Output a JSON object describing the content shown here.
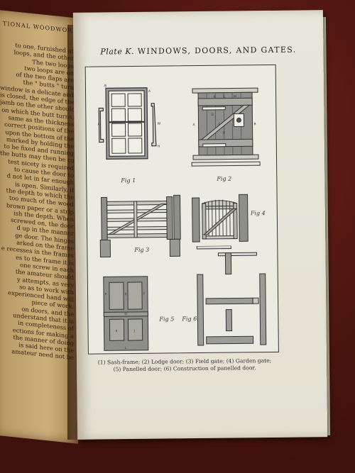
{
  "left_page": {
    "header": "TIONAL WOODWORK",
    "lines": [
      "to one, furnished at",
      "loops, and the other",
      "The two loops",
      "two loops are on",
      "of the two flaps are",
      "the \" butts \" turn",
      "window is a delicate and",
      "is closed, the edge of the",
      "jamb on the other should",
      "on which the butt turns,",
      "same as the thickness",
      "correct positions of the",
      "upon the bottom of the",
      "marked by holding the",
      "to be fixed and running",
      "the butts may then be cut",
      "test nicety is required",
      "to cause the door to",
      "d not let in far enough",
      "is open. Similarly, if",
      "the depth to which the",
      "too much of the wood",
      "brown paper or a strip",
      "ish the depth. When",
      "screwed on, the door",
      "d up in the manner",
      "ge door. The hinges",
      "arked on the frame",
      "e recesses in the frames",
      "es to the frame it is",
      "one screw in each",
      "the amateur should",
      "y attempts, as very",
      "so as to work with",
      "experienced hand will",
      "piece of work.",
      "on doors, and the",
      "understand that it is",
      "in completeness of",
      "ections for making a",
      "the manner of doing",
      "is said here on the",
      "amateur need not be"
    ]
  },
  "plate": {
    "label": "Plate K.",
    "title": "WINDOWS, DOORS, AND GATES."
  },
  "figures": {
    "fig1": "Fig 1",
    "fig2": "Fig 2",
    "fig3": "Fig 3",
    "fig4": "Fig 4",
    "fig5": "Fig 5",
    "fig6": "Fig 6."
  },
  "caption": {
    "line1": "(1) Sash-frame; (2) Lodge door; (3) Field gate; (4) Garden gate;",
    "line2": "(5) Panelled door; (6) Construction of panelled door."
  }
}
